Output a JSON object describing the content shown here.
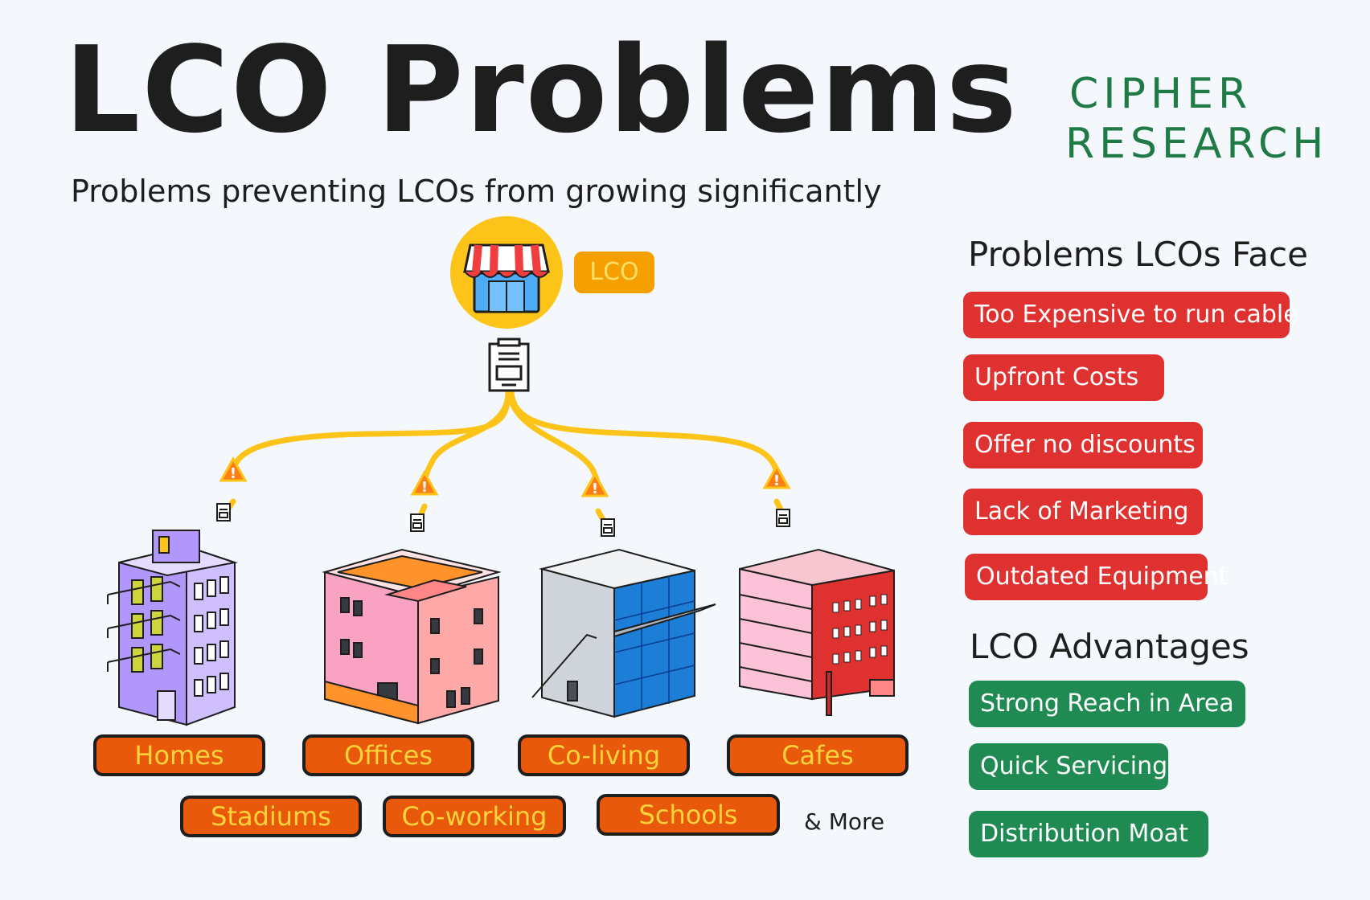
{
  "header": {
    "title": "LCO Problems",
    "subtitle": "Problems preventing LCOs from growing significantly"
  },
  "brand": {
    "line1": "CIPHER",
    "line2": "RESEARCH"
  },
  "hub": {
    "label": "LCO",
    "icon": "storefront-icon",
    "device_icon": "router-icon"
  },
  "categories": {
    "row1": [
      "Homes",
      "Offices",
      "Co-living",
      "Cafes"
    ],
    "row2": [
      "Stadiums",
      "Co-working",
      "Schools"
    ],
    "more": "& More"
  },
  "problems": {
    "title": "Problems LCOs Face",
    "items": [
      "Too Expensive to run cable",
      "Upfront Costs",
      "Offer no discounts",
      "Lack of Marketing",
      "Outdated Equipment"
    ]
  },
  "advantages": {
    "title": "LCO Advantages",
    "items": [
      "Strong Reach in Area",
      "Quick Servicing",
      "Distribution Moat"
    ]
  },
  "colors": {
    "problem": "#e03131",
    "advantage": "#1f8a52",
    "brand": "#1f7a46",
    "category_fill": "#e8590c",
    "category_text": "#ffd43b",
    "line": "#fcc419",
    "hub_circle": "#fcc419"
  }
}
